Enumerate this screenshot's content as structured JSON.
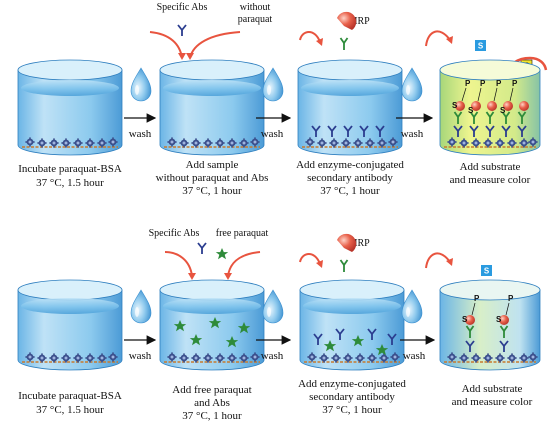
{
  "wash_label": "wash",
  "colors": {
    "water": "#5aaee3",
    "arrow_red": "#e8543f",
    "star_green": "#2e8b3a",
    "antibody_blue": "#2b3d8f",
    "enzyme_red": "#d9503c",
    "substrate_box": "#2a9be0",
    "product_box": "#f2e32b"
  },
  "top_row": {
    "step1_caption": [
      "Incubate  paraquat-BSA",
      "37 °C, 1.5 hour"
    ],
    "step2_inputs": {
      "antibody_label": "Specific Abs",
      "other_label": [
        "without",
        "paraquat"
      ]
    },
    "step2_caption": [
      "Add sample",
      "without paraquat and Abs",
      "37 °C, 1 hour"
    ],
    "step3_input": "HRP",
    "step3_caption": [
      "Add enzyme-conjugated",
      "secondary antibody",
      "37 °C, 1 hour"
    ],
    "step4_tags": {
      "substrate": "S",
      "product": "P"
    },
    "step4_caption": [
      "Add substrate",
      "and measure color"
    ],
    "well_markers": {
      "p": "P",
      "s": "S"
    }
  },
  "bottom_row": {
    "step1_caption": [
      "Incubate  paraquat-BSA",
      "37 °C, 1.5 hour"
    ],
    "step2_inputs": {
      "antibody_label": "Specific Abs",
      "other_label": "free paraquat"
    },
    "step2_caption": [
      "Add free paraquat",
      "and Abs",
      "37 °C, 1 hour"
    ],
    "step3_input": "HRP",
    "step3_caption": [
      "Add enzyme-conjugated",
      "secondary antibody",
      "37 °C, 1 hour"
    ],
    "step4_tags": {
      "substrate": "S"
    },
    "step4_caption": [
      "Add substrate",
      "and measure color"
    ],
    "well_markers": {
      "p": "P",
      "s": "S"
    }
  }
}
